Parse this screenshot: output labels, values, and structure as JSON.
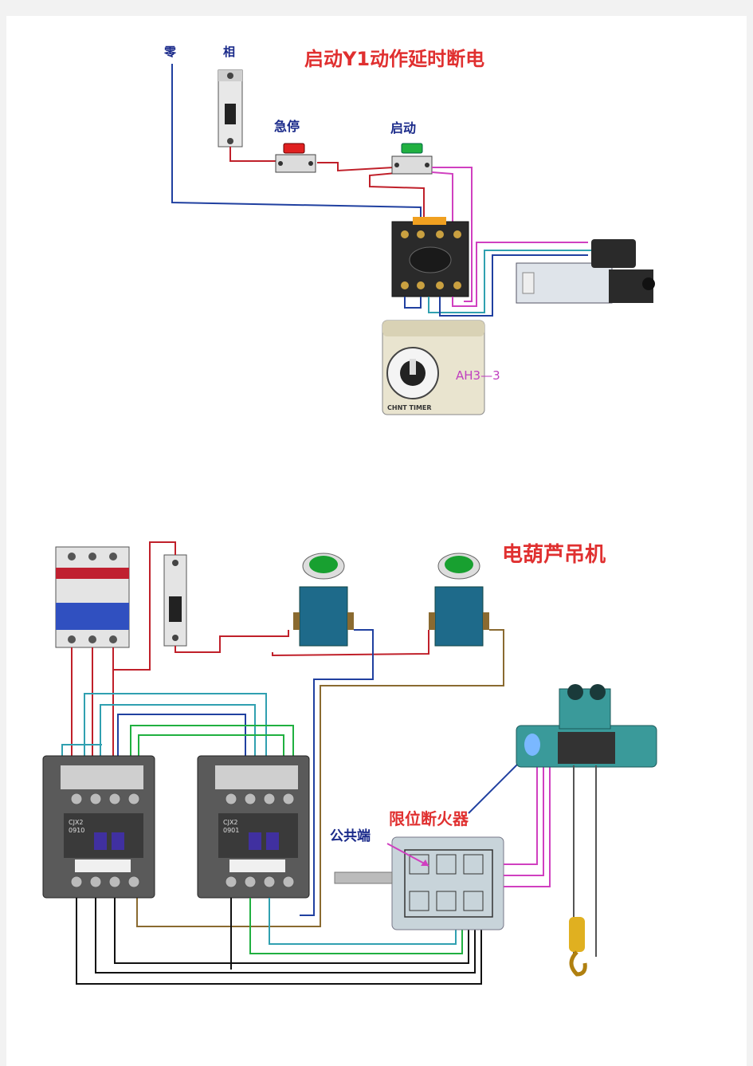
{
  "diagram1": {
    "title": "启动Y1动作延时断电",
    "label_neutral": "零",
    "label_phase": "相",
    "label_estop": "急停",
    "label_start": "启动",
    "timer_model": "AH3—3",
    "brand_mark": "CHNT TIMER"
  },
  "diagram2": {
    "title": "电葫芦吊机",
    "label_common": "公共端",
    "label_limit": "限位断火器",
    "contactor_model": "CJX2",
    "contactor_code_a": "0910",
    "contactor_code_b": "0901"
  },
  "colors": {
    "title_red": "#e03030",
    "label_blue": "#1a2a8a",
    "wire_red": "#c0202a",
    "wire_blue": "#2040a0",
    "wire_pink": "#d040c0",
    "wire_teal": "#30a0b0",
    "wire_green": "#20b040",
    "wire_brown": "#8a6a30",
    "wire_black": "#111111"
  }
}
